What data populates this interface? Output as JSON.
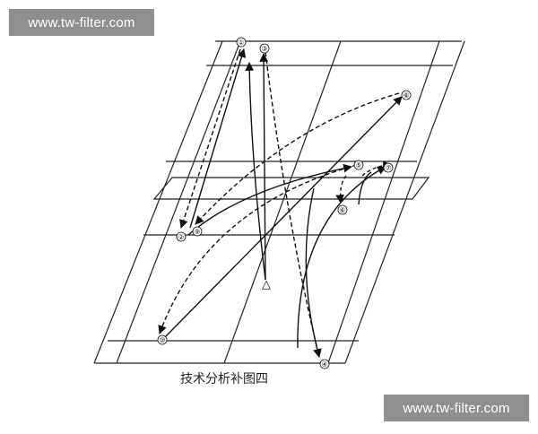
{
  "caption": "技术分析补图四",
  "watermark_top": "www.tw-filter.com",
  "watermark_bottom": "www.tw-filter.com",
  "markers": {
    "m1": "①",
    "m2": "②",
    "m3": "③",
    "m4": "④",
    "m5": "⑤",
    "m6": "⑥",
    "m7": "⑦",
    "m8": "⑧",
    "m9": "⑨",
    "m10": "⑩",
    "start": "△"
  }
}
